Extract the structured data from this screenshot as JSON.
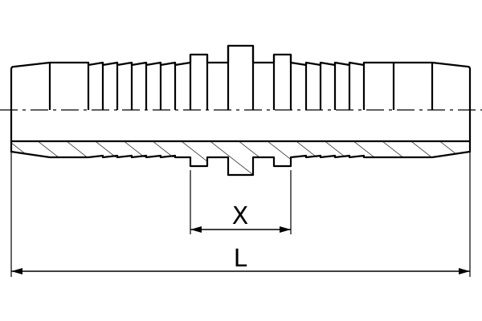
{
  "drawing": {
    "title": "Double hose barb connector (joiner) technical drawing",
    "colors": {
      "line": "#000000",
      "background": "#ffffff"
    },
    "dimensions": {
      "x_label": "X",
      "l_label": "L"
    },
    "features": {
      "centerline": "dash-dot axis line",
      "section": "hatched half-section of wall",
      "barbs_per_side": 7,
      "collars": 3
    }
  }
}
